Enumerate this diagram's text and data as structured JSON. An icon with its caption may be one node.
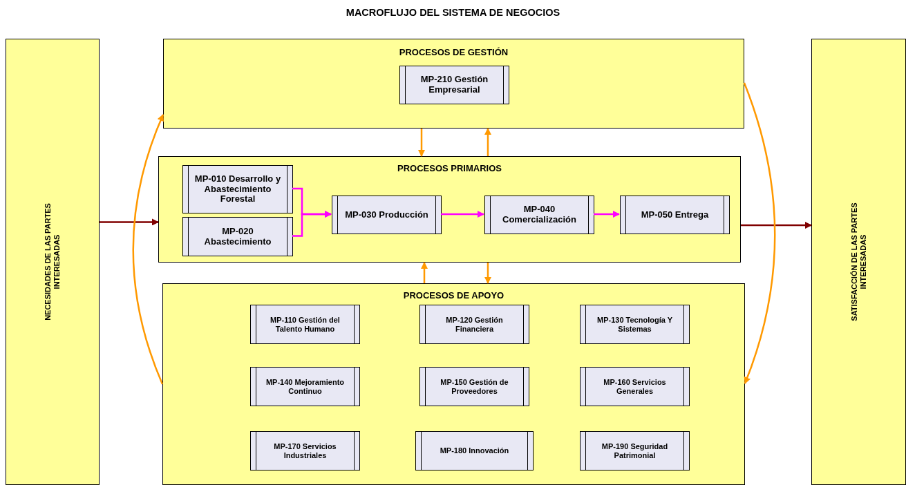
{
  "diagram": {
    "title": "MACROFLUJO DEL SISTEMA DE NEGOCIOS",
    "nodes": [
      {
        "text": [
          "NECESIDADES DE LAS PARTES INTERESADAS"
        ]
      },
      {
        "text": [
          "PROCESOS DE GESTIÓN"
        ]
      },
      {
        "text": [
          "MP-210 Gestión Empresarial"
        ],
        "in": 1
      },
      {
        "text": [
          "PROCESOS PRIMARIOS"
        ]
      },
      {
        "text": [
          "MP-010 Desarrollo y Abastecimiento Forestal"
        ],
        "in": 3
      },
      {
        "text": [
          "MP-020 Abastecimiento"
        ],
        "in": 3
      },
      {
        "text": [
          "MP-030 Producción"
        ],
        "in": 3
      },
      {
        "text": [
          "MP-040 Comercialización"
        ],
        "in": 3
      },
      {
        "text": [
          "MP-050 Entrega"
        ],
        "in": 3
      },
      {
        "text": [
          "PROCESOS DE APOYO"
        ]
      },
      {
        "text": [
          "MP-110 Gestión del Talento Humano"
        ],
        "in": 9
      },
      {
        "text": [
          "MP-120 Gestión Financiera"
        ],
        "in": 9
      },
      {
        "text": [
          "MP-130 Tecnología Y Sistemas"
        ],
        "in": 9
      },
      {
        "text": [
          "MP-140 Mejoramiento Continuo"
        ],
        "in": 9
      },
      {
        "text": [
          "MP-150 Gestión de Proveedores"
        ],
        "in": 9
      },
      {
        "text": [
          "MP-160 Servicios Generales"
        ],
        "in": 9
      },
      {
        "text": [
          "MP-170 Servicios Industriales"
        ],
        "in": 9
      },
      {
        "text": [
          "MP-180 Innovación"
        ],
        "in": 9
      },
      {
        "text": [
          "MP-190 Seguridad Patrimonial"
        ],
        "in": 9
      },
      {
        "text": [
          "SATISFACCIÓN DE LAS PARTES INTERESADAS"
        ]
      }
    ],
    "edges": [
      {
        "from": 0,
        "to": 3,
        "arrow": "to",
        "color": "#800000"
      },
      {
        "from": 3,
        "to": 19,
        "arrow": "to",
        "color": "#800000"
      },
      {
        "from": 1,
        "to": 3,
        "arrow": "to"
      },
      {
        "from": 3,
        "to": 1,
        "arrow": "to"
      },
      {
        "from": 9,
        "to": 3,
        "arrow": "to"
      },
      {
        "from": 3,
        "to": 9,
        "arrow": "to"
      },
      {
        "from": 9,
        "to": 1,
        "arrow": "to"
      },
      {
        "from": 1,
        "to": 9,
        "arrow": "to"
      },
      {
        "from": 4,
        "to": 6,
        "arrow": "to",
        "color": "#ff00ff"
      },
      {
        "from": 5,
        "to": 6,
        "arrow": "to",
        "color": "#ff00ff"
      },
      {
        "from": 6,
        "to": 7,
        "arrow": "to",
        "color": "#ff00ff"
      },
      {
        "from": 7,
        "to": 8,
        "arrow": "to",
        "color": "#ff00ff"
      }
    ]
  }
}
